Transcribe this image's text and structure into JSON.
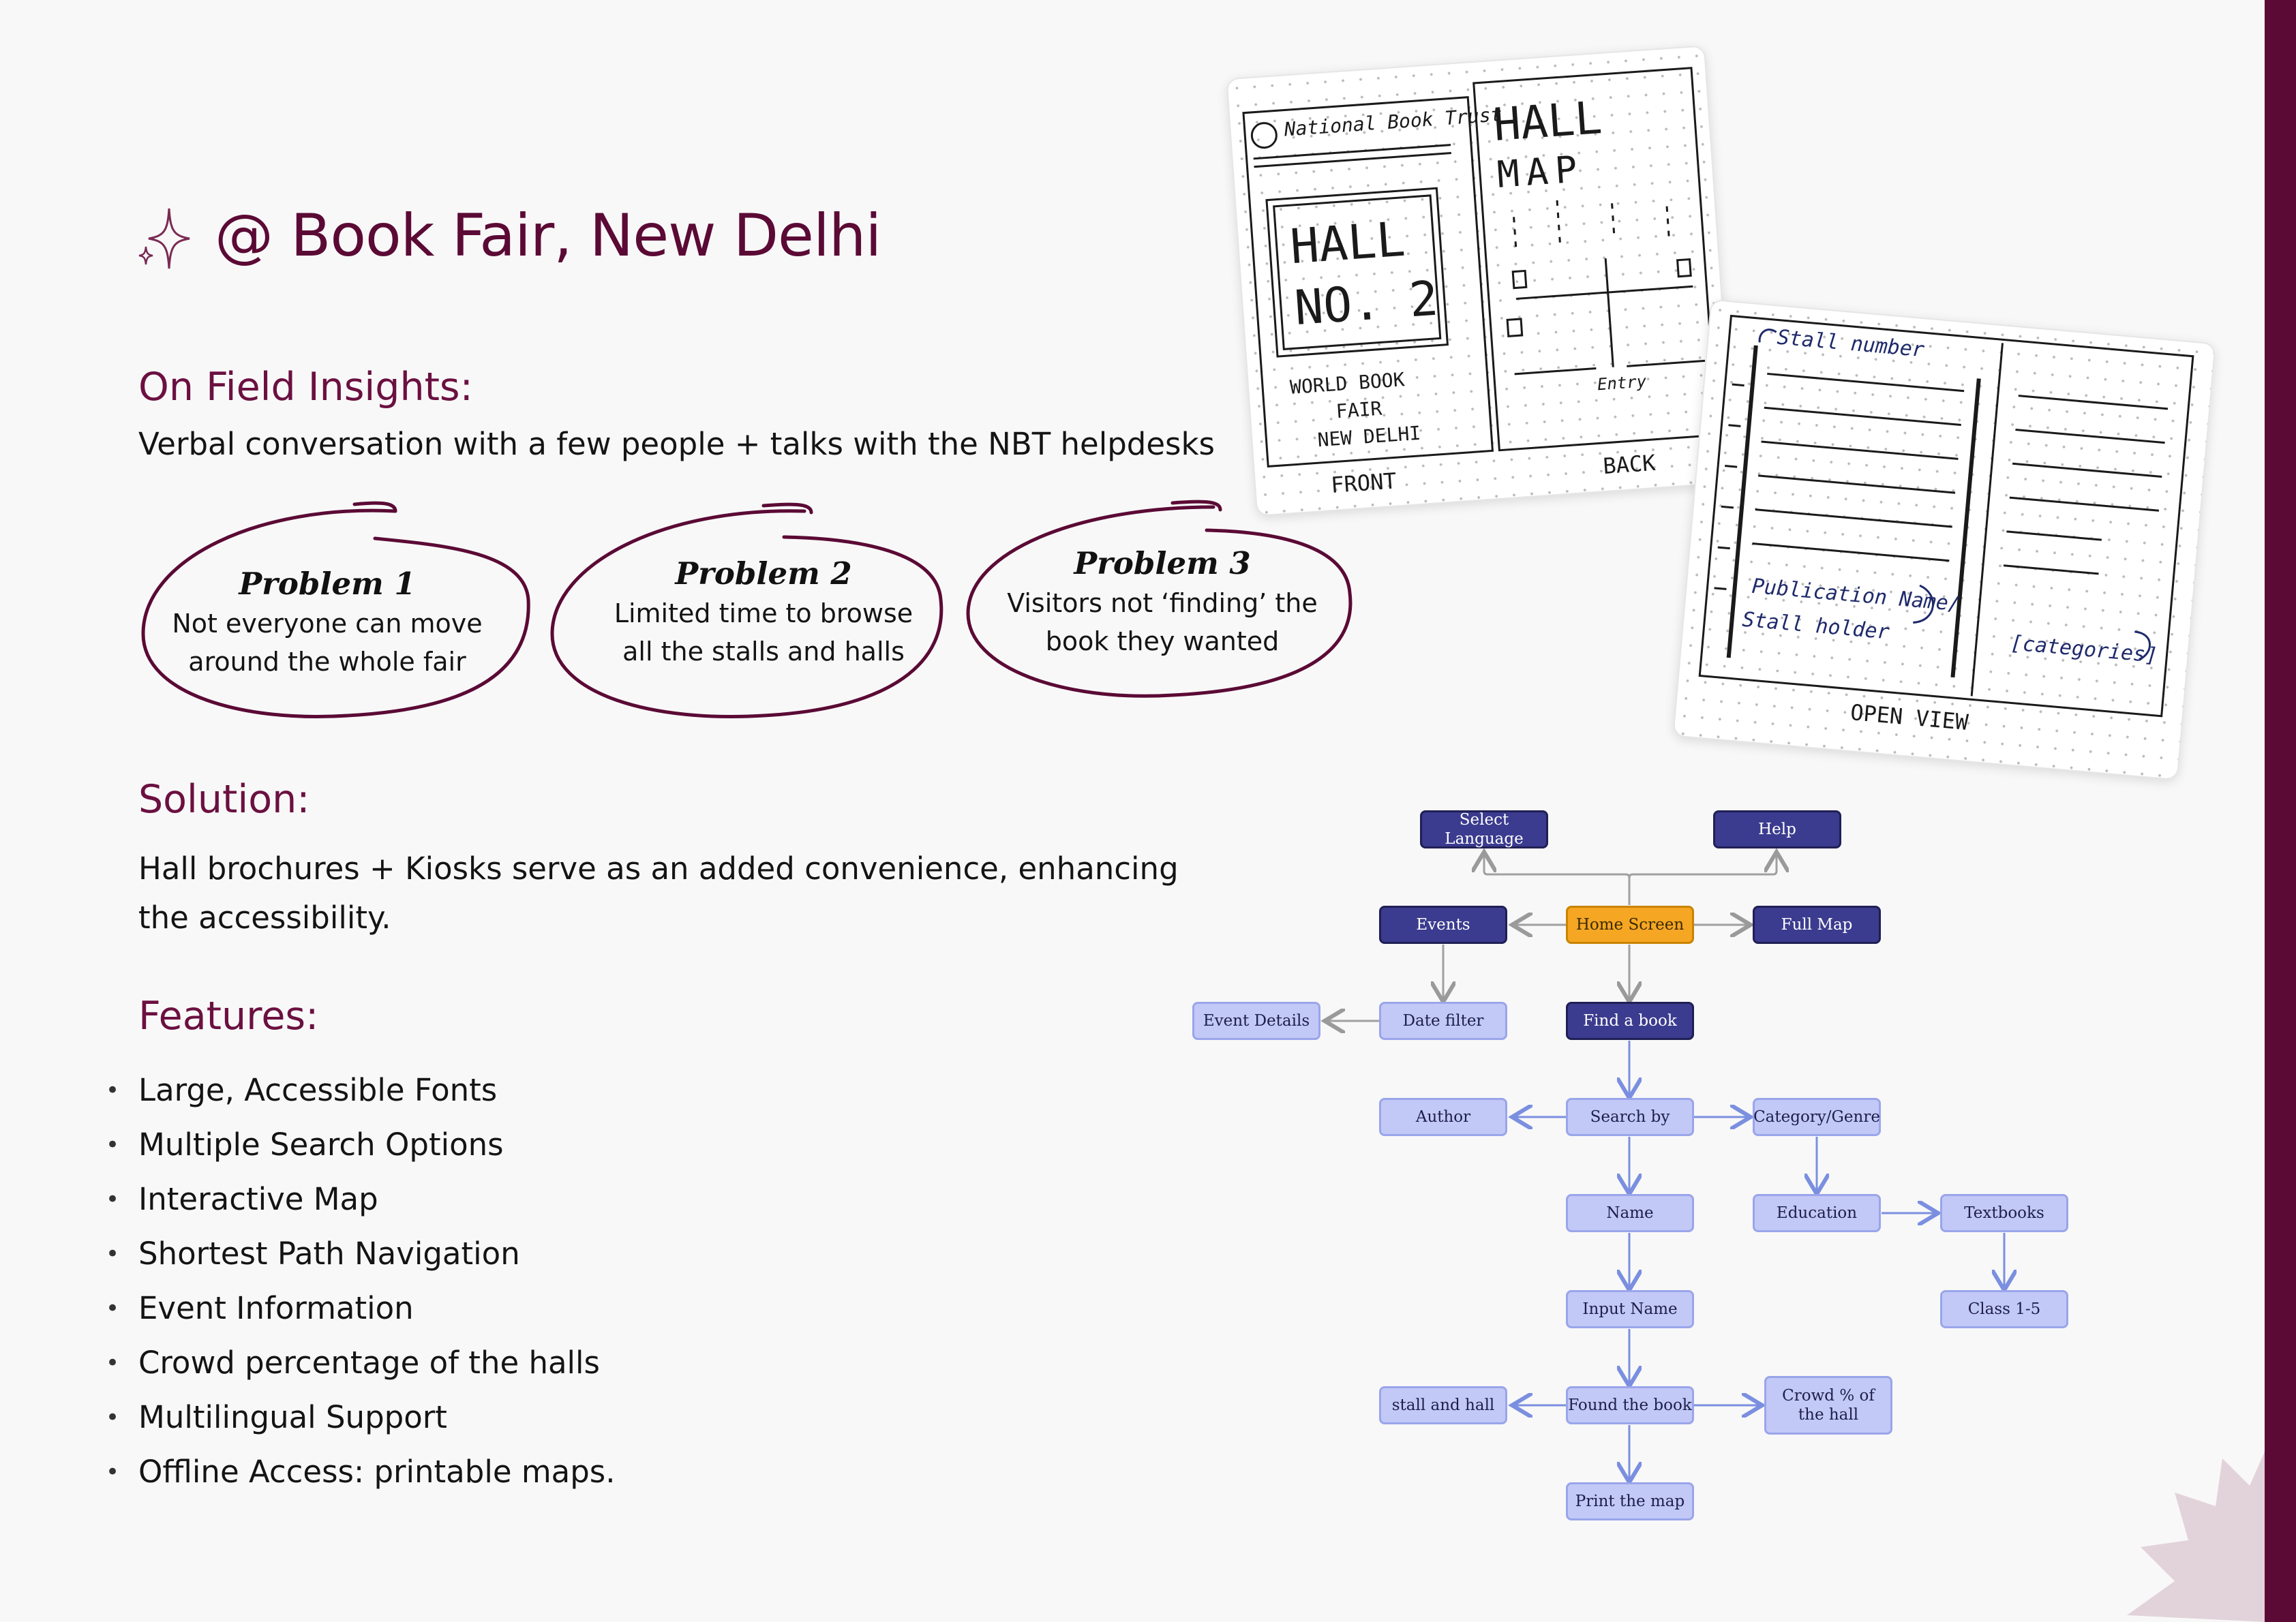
{
  "header": {
    "title": "@ Book Fair, New Delhi",
    "sparkle_icon": "sparkle-icon"
  },
  "insights": {
    "heading": "On Field Insights:",
    "text": "Verbal conversation with a few people + talks with the NBT helpdesks"
  },
  "problems": [
    {
      "title": "Problem 1",
      "line1": "Not everyone can move",
      "line2": "around the whole fair"
    },
    {
      "title": "Problem 2",
      "line1": "Limited time to browse",
      "line2": "all the stalls and halls"
    },
    {
      "title": "Problem 3",
      "line1": "Visitors not ‘finding’ the",
      "line2": "book they wanted"
    }
  ],
  "solution": {
    "heading": "Solution:",
    "line1": "Hall brochures + Kiosks serve as an added convenience, enhancing",
    "line2": "the accessibility."
  },
  "features": {
    "heading": "Features:",
    "items": [
      "Large, Accessible Fonts",
      "Multiple Search Options",
      "Interactive Map",
      "Shortest Path Navigation",
      "Event Information",
      "Crowd percentage of the halls",
      "Multilingual Support",
      "Offline Access: printable maps."
    ]
  },
  "sketch_brochure": {
    "brand": "National Book Trust",
    "front_title_1": "HALL",
    "front_title_2": "NO. 2",
    "front_sub_1": "WORLD   BOOK",
    "front_sub_2": "FAIR",
    "front_sub_3": "NEW  DELHI",
    "front_label": "FRONT",
    "back_title_1": "HALL",
    "back_title_2": "MAP",
    "back_entry": "Entry",
    "back_label": "BACK"
  },
  "sketch_open": {
    "stall_number": "Stall number",
    "publication_name": "Publication Name/",
    "stall_holder": "Stall holder",
    "categories": "[categories]",
    "label": "OPEN VIEW"
  },
  "flowchart": {
    "nodes": {
      "select_language": "Select Language",
      "help": "Help",
      "events": "Events",
      "home_screen": "Home Screen",
      "full_map": "Full Map",
      "event_details": "Event Details",
      "date_filter": "Date filter",
      "find_a_book": "Find a book",
      "author": "Author",
      "search_by": "Search by",
      "category_genre": "Category/Genre",
      "name": "Name",
      "education": "Education",
      "textbooks": "Textbooks",
      "input_name": "Input Name",
      "class_1_5": "Class 1-5",
      "stall_and_hall": "stall and hall",
      "found_the_book": "Found the book",
      "crowd_hall": "Crowd % of the hall",
      "print_the_map": "Print the map"
    }
  },
  "colors": {
    "accent": "#5b0a35",
    "heading": "#6b1040",
    "node_dark": "#3b3b8f",
    "node_orange": "#f5a623",
    "node_light": "#c2c9f7"
  }
}
